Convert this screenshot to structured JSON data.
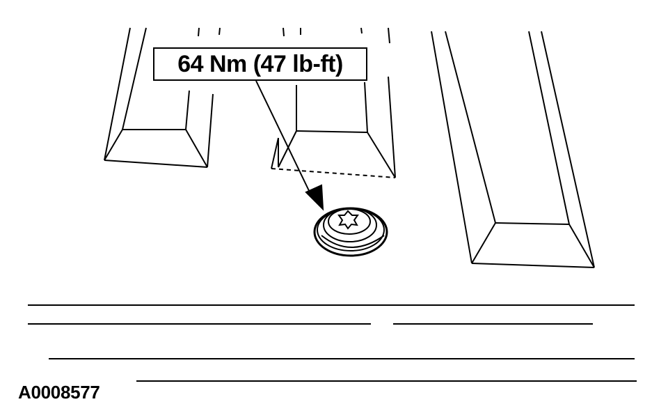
{
  "callout": {
    "torque_text": "64 Nm (47 lb-ft)",
    "points_to": "torx-head-bolt"
  },
  "figure": {
    "id": "A0008577"
  },
  "colors": {
    "line": "#000000",
    "background": "#ffffff"
  }
}
